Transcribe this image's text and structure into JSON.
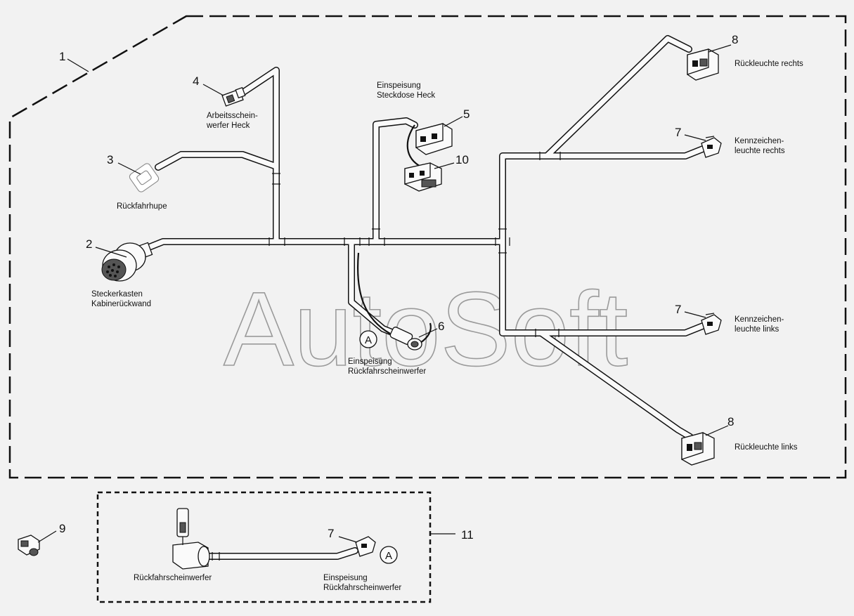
{
  "watermark": "AutoSoft",
  "callouts": {
    "c1": "1",
    "c2": "2",
    "c3": "3",
    "c4": "4",
    "c5": "5",
    "c6": "6",
    "c7a": "7",
    "c7b": "7",
    "c7c": "7",
    "c8a": "8",
    "c8b": "8",
    "c9": "9",
    "c10": "10",
    "c11": "11"
  },
  "reference_marker": "A",
  "labels": {
    "arbeitsscheinwerfer_1": "Arbeitsschein-",
    "arbeitsscheinwerfer_2": "werfer Heck",
    "rueckfahrhupe": "Rückfahrhupe",
    "steckerkasten_1": "Steckerkasten",
    "steckerkasten_2": "Kabinerückwand",
    "einspeisung_steckdose_1": "Einspeisung",
    "einspeisung_steckdose_2": "Steckdose Heck",
    "einspeisung_rfs_1": "Einspeisung",
    "einspeisung_rfs_2": "Rückfahrscheinwerfer",
    "rueckleuchte_rechts": "Rückleuchte rechts",
    "kennzeichen_rechts_1": "Kennzeichen-",
    "kennzeichen_rechts_2": "leuchte rechts",
    "kennzeichen_links_1": "Kennzeichen-",
    "kennzeichen_links_2": "leuchte links",
    "rueckleuchte_links": "Rückleuchte links",
    "rueckfahrscheinwerfer": "Rückfahrscheinwerfer",
    "einspeisung_rfs_b_1": "Einspeisung",
    "einspeisung_rfs_b_2": "Rückfahrscheinwerfer"
  },
  "colors": {
    "background": "#f2f2f2",
    "line": "#111111",
    "watermark": "#9a9a9a"
  }
}
